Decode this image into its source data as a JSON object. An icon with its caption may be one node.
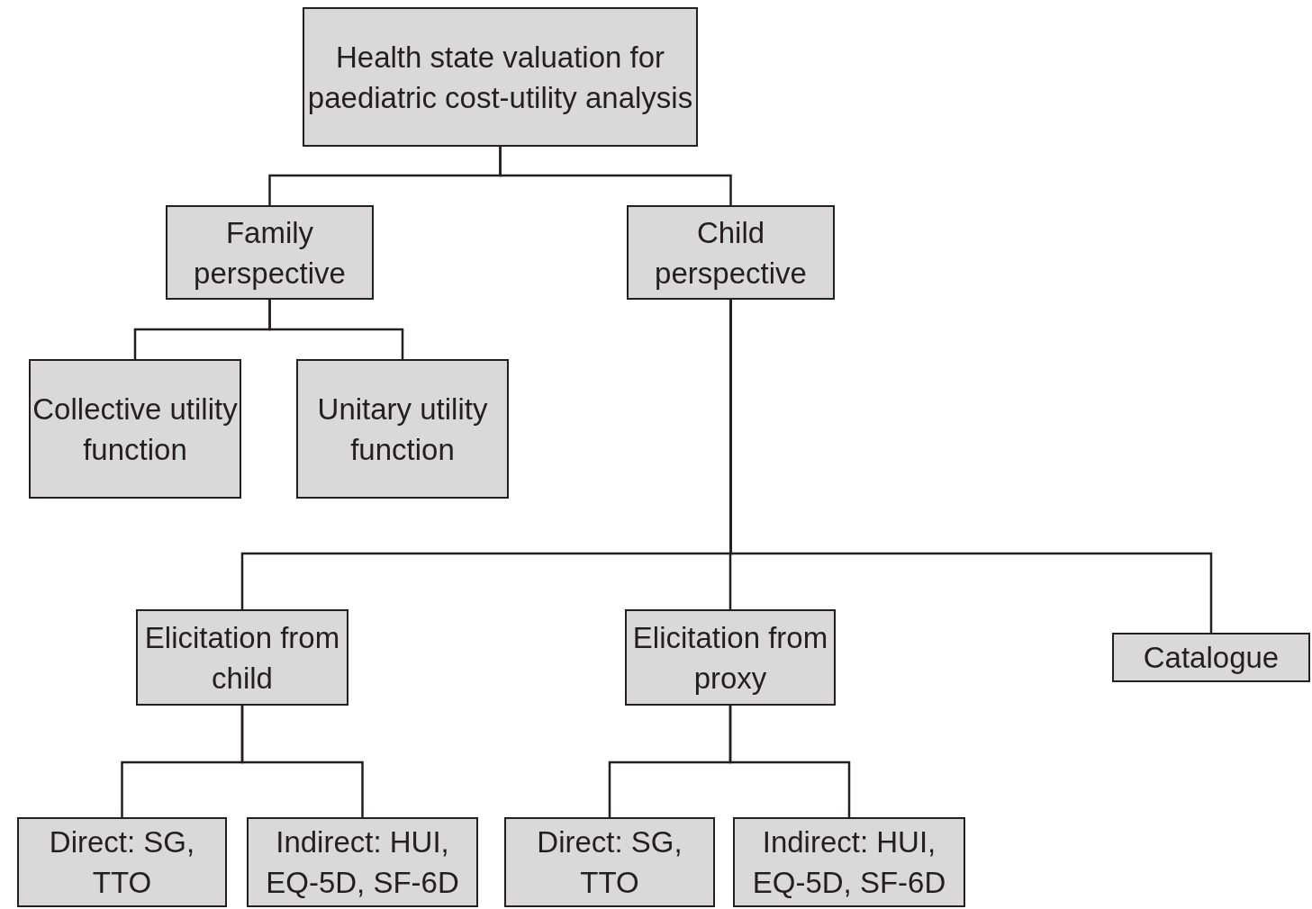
{
  "diagram": {
    "nodes": [
      {
        "text": [
          "Health state valuation for paediatric cost-utility analysis"
        ]
      },
      {
        "text": [
          "Family perspective"
        ]
      },
      {
        "text": [
          "Child perspective"
        ]
      },
      {
        "text": [
          "Collective utility function"
        ]
      },
      {
        "text": [
          "Unitary utility function"
        ]
      },
      {
        "text": [
          "Elicitation from child"
        ]
      },
      {
        "text": [
          "Elicitation from proxy"
        ]
      },
      {
        "text": [
          "Catalogue"
        ]
      },
      {
        "text": [
          "Direct: SG, TTO"
        ]
      },
      {
        "text": [
          "Indirect: HUI, EQ-5D, SF-6D"
        ]
      },
      {
        "text": [
          "Direct: SG, TTO"
        ]
      },
      {
        "text": [
          "Indirect: HUI, EQ-5D, SF-6D"
        ]
      }
    ],
    "edges": [
      {
        "from": 0,
        "to": 1,
        "arrow": "none"
      },
      {
        "from": 0,
        "to": 2,
        "arrow": "none"
      },
      {
        "from": 1,
        "to": 3,
        "arrow": "none"
      },
      {
        "from": 1,
        "to": 4,
        "arrow": "none"
      },
      {
        "from": 2,
        "to": 5,
        "arrow": "none"
      },
      {
        "from": 2,
        "to": 6,
        "arrow": "none"
      },
      {
        "from": 2,
        "to": 7,
        "arrow": "none"
      },
      {
        "from": 5,
        "to": 8,
        "arrow": "none"
      },
      {
        "from": 5,
        "to": 9,
        "arrow": "none"
      },
      {
        "from": 6,
        "to": 10,
        "arrow": "none"
      },
      {
        "from": 6,
        "to": 11,
        "arrow": "none"
      }
    ]
  }
}
